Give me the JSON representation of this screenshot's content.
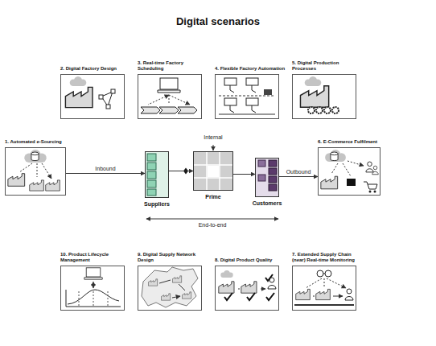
{
  "diagram": {
    "title": "Digital scenarios",
    "nodes": [
      {
        "text": [
          "2. Digital Factory Design"
        ]
      },
      {
        "text": [
          "3. Real-time Factory Scheduling"
        ]
      },
      {
        "text": [
          "4. Flexible Factory Automation"
        ]
      },
      {
        "text": [
          "5. Digital Production Processes"
        ]
      },
      {
        "text": [
          "1. Automated e-Sourcing"
        ]
      },
      {
        "text": [
          "Suppliers"
        ]
      },
      {
        "text": [
          "Prime"
        ]
      },
      {
        "text": [
          "Customers"
        ]
      },
      {
        "text": [
          "6. E-Commerce Fulfilment"
        ]
      },
      {
        "text": [
          "10. Product Lifecycle Management"
        ]
      },
      {
        "text": [
          "9. Digital Supply Network Design"
        ]
      },
      {
        "text": [
          "8. Digital Product Quality"
        ]
      },
      {
        "text": [
          "7. Extended Supply Chain (near) Real-time Monitoring"
        ]
      }
    ],
    "edges": [
      {
        "from": 4,
        "to": 5,
        "label": "Inbound",
        "arrow": "to"
      },
      {
        "from": 5,
        "to": 6,
        "arrow": "to"
      },
      {
        "from": 6,
        "to": 7,
        "arrow": "to"
      },
      {
        "from": 7,
        "to": 8,
        "label": "Outbound",
        "arrow": "to"
      }
    ],
    "labels": [
      "Internal",
      "End-to-end"
    ]
  }
}
